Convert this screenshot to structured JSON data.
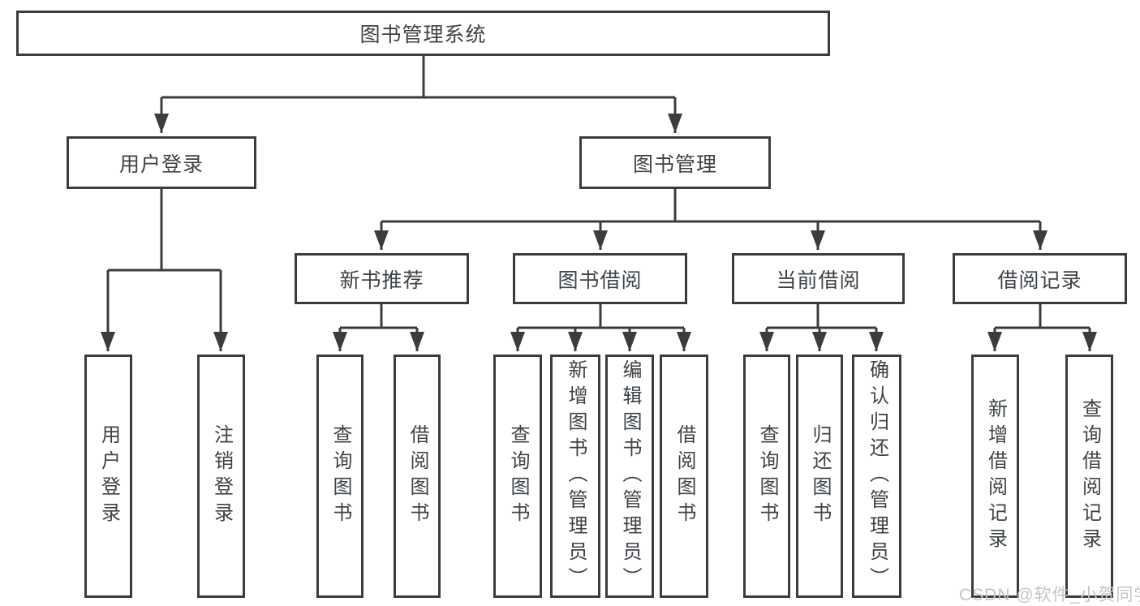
{
  "diagram_title": "图书管理系统",
  "nodes": {
    "root": {
      "label": "图书管理系统"
    },
    "level2": [
      {
        "label": "用户登录"
      },
      {
        "label": "图书管理"
      }
    ],
    "level3": [
      {
        "label": "新书推荐"
      },
      {
        "label": "图书借阅"
      },
      {
        "label": "当前借阅"
      },
      {
        "label": "借阅记录"
      }
    ],
    "login_children": [
      {
        "label": "用户登录"
      },
      {
        "label": "注销登录"
      }
    ],
    "newbook_children": [
      {
        "label": "查询图书"
      },
      {
        "label": "借阅图书"
      }
    ],
    "borrow_children": [
      {
        "label": "查询图书"
      },
      {
        "label": "新增图书（管理员）"
      },
      {
        "label": "编辑图书（管理员）"
      },
      {
        "label": "借阅图书"
      }
    ],
    "current_children": [
      {
        "label": "查询图书"
      },
      {
        "label": "归还图书"
      },
      {
        "label": "确认归还（管理员）"
      }
    ],
    "record_children": [
      {
        "label": "新增借阅记录"
      },
      {
        "label": "查询借阅记录"
      }
    ]
  },
  "watermark": "CSDN @软件_小贺同学",
  "colors": {
    "line": "#3a3d40",
    "text": "#3e4347",
    "box_background": "#ffffff",
    "watermark": "#c2c5c8",
    "background": "#ffffff"
  }
}
